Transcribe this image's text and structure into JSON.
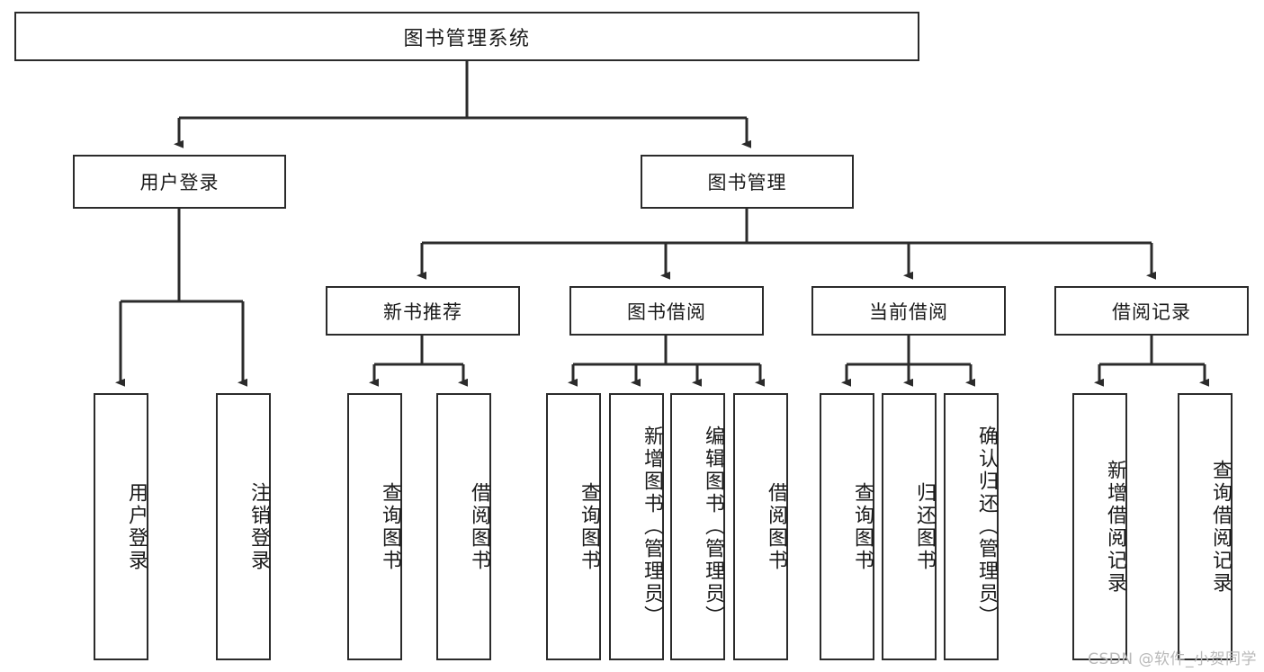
{
  "diagram": {
    "title": "图书管理系统",
    "root": {
      "label": "图书管理系统"
    },
    "level1": [
      {
        "label": "用户登录"
      },
      {
        "label": "图书管理"
      }
    ],
    "level2": [
      {
        "label": "新书推荐"
      },
      {
        "label": "图书借阅"
      },
      {
        "label": "当前借阅"
      },
      {
        "label": "借阅记录"
      }
    ],
    "leaves": {
      "user_login": [
        {
          "label": "用户登录"
        },
        {
          "label": "注销登录"
        }
      ],
      "new_book": [
        {
          "label": "查询图书"
        },
        {
          "label": "借阅图书"
        }
      ],
      "borrow_book": [
        {
          "label": "查询图书"
        },
        {
          "label": "新增图书（管理员）"
        },
        {
          "label": "编辑图书（管理员）"
        },
        {
          "label": "借阅图书"
        }
      ],
      "current_borrow": [
        {
          "label": "查询图书"
        },
        {
          "label": "归还图书"
        },
        {
          "label": "确认归还（管理员）"
        }
      ],
      "borrow_record": [
        {
          "label": "新增借阅记录"
        },
        {
          "label": "查询借阅记录"
        }
      ]
    }
  },
  "watermark": {
    "text": "CSDN @软件_小贺同学"
  },
  "colors": {
    "stroke": "#2b2b2b",
    "box_fill": "#ffffff",
    "text": "#1a1a1a",
    "watermark": "#b9b9b9"
  }
}
